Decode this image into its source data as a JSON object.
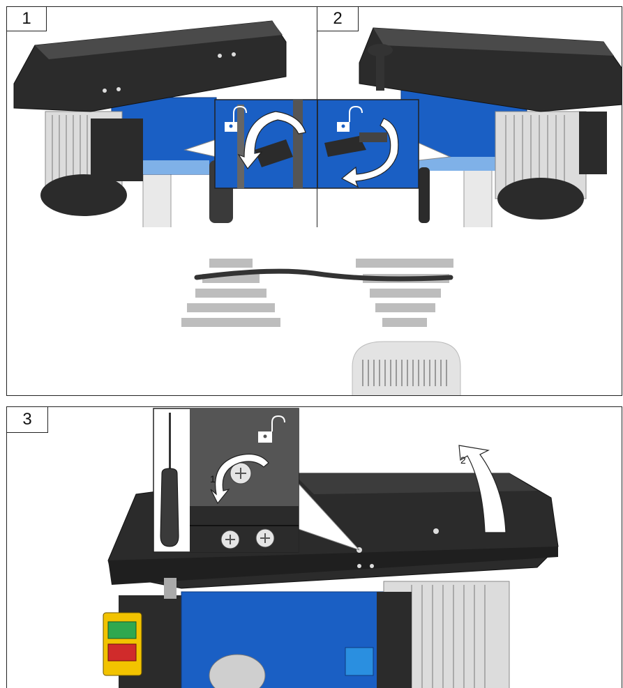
{
  "steps": [
    {
      "number": "1"
    },
    {
      "number": "2"
    },
    {
      "number": "3",
      "arrow_labels": [
        "1",
        "2"
      ]
    }
  ],
  "colors": {
    "machine_blue": "#1a5fc4",
    "housing_black": "#2b2b2b",
    "motor_silver": "#d9d9d9",
    "switch_green": "#2fa84f",
    "switch_red": "#d02b2b",
    "switch_yellow": "#f2c300",
    "placeholder_gray": "#bdbdbd"
  },
  "icons": [
    "unlock-icon",
    "rotate-arrow-icon",
    "screwdriver-icon",
    "screw-icon",
    "belt-icon"
  ]
}
